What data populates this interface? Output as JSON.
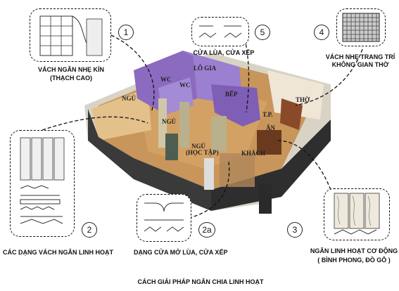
{
  "caption": "CÁCH GIẢI PHÁP NGĂN CHIA LINH HOẠT",
  "callouts": {
    "c1": {
      "number": "1",
      "label": "VÁCH NGĂN NHẸ KÍN",
      "sublabel": "(THẠCH CAO)"
    },
    "c2": {
      "number": "2",
      "label": "CÁC DẠNG VÁCH NGĂN LINH HOẠT"
    },
    "c2a": {
      "number": "2a",
      "label": "DẠNG CỬA MỞ LÙA, CỬA XẾP"
    },
    "c3": {
      "number": "3",
      "label": "NGĂN LINH HOẠT CƠ ĐỘNG",
      "sublabel": "( BÌNH PHONG, ĐỒ GỖ )"
    },
    "c4": {
      "number": "4",
      "label": "VÁCH NHẸ TRANG TRÍ",
      "sublabel": "KHÔNG GIAN THỜ"
    },
    "c5": {
      "number": "5",
      "label": "CỬA LÙA, CỬA XẾP"
    }
  },
  "rooms": {
    "wc1": "WC",
    "logia": "LÔ GIA",
    "wc2": "WC",
    "bep": "BẾP",
    "tho": "THỜ",
    "ngu1": "NGỦ",
    "ngu2": "NGỦ",
    "ngu3": "NGỦ",
    "hoctap": "(HỌC TẬP)",
    "tp": "T.P.",
    "an": "ĂN",
    "khach": "KHÁCH"
  },
  "colors": {
    "wall_purple": "#8a6bbf",
    "floor_wood": "#c8955a",
    "wall_dark": "#3a3a3a"
  }
}
